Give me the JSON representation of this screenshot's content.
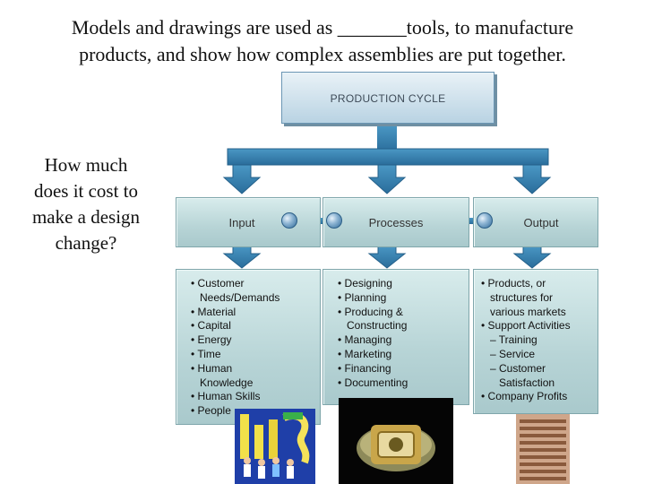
{
  "slide": {
    "title_line1": "Models and drawings are used as _______tools, to manufacture",
    "title_line2": "products, and show how complex assemblies are put together.",
    "question": "How much does it cost to make a design change?"
  },
  "diagram": {
    "top_label": "PRODUCTION CYCLE",
    "columns": [
      {
        "header": "Input",
        "items": [
          "• Customer",
          "   Needs/Demands",
          "• Material",
          "• Capital",
          "• Energy",
          "• Time",
          "• Human",
          "   Knowledge",
          "• Human Skills",
          "• People"
        ]
      },
      {
        "header": "Processes",
        "items": [
          "• Designing",
          "• Planning",
          "• Producing &",
          "   Constructing",
          "• Managing",
          "• Marketing",
          "• Financing",
          "• Documenting"
        ]
      },
      {
        "header": "Output",
        "items": [
          "• Products, or",
          "   structures for",
          "   various markets",
          "• Support Activities",
          "   – Training",
          "   – Service",
          "   – Customer",
          "      Satisfaction",
          "• Company Profits"
        ]
      }
    ]
  },
  "colors": {
    "arrow_blue": "#2f78a8",
    "box_teal": "#b7d4d6",
    "top_box": "#c9dceb"
  },
  "images": [
    "people-chart-clipart",
    "money-watch-photo",
    "money-stack-photo"
  ]
}
